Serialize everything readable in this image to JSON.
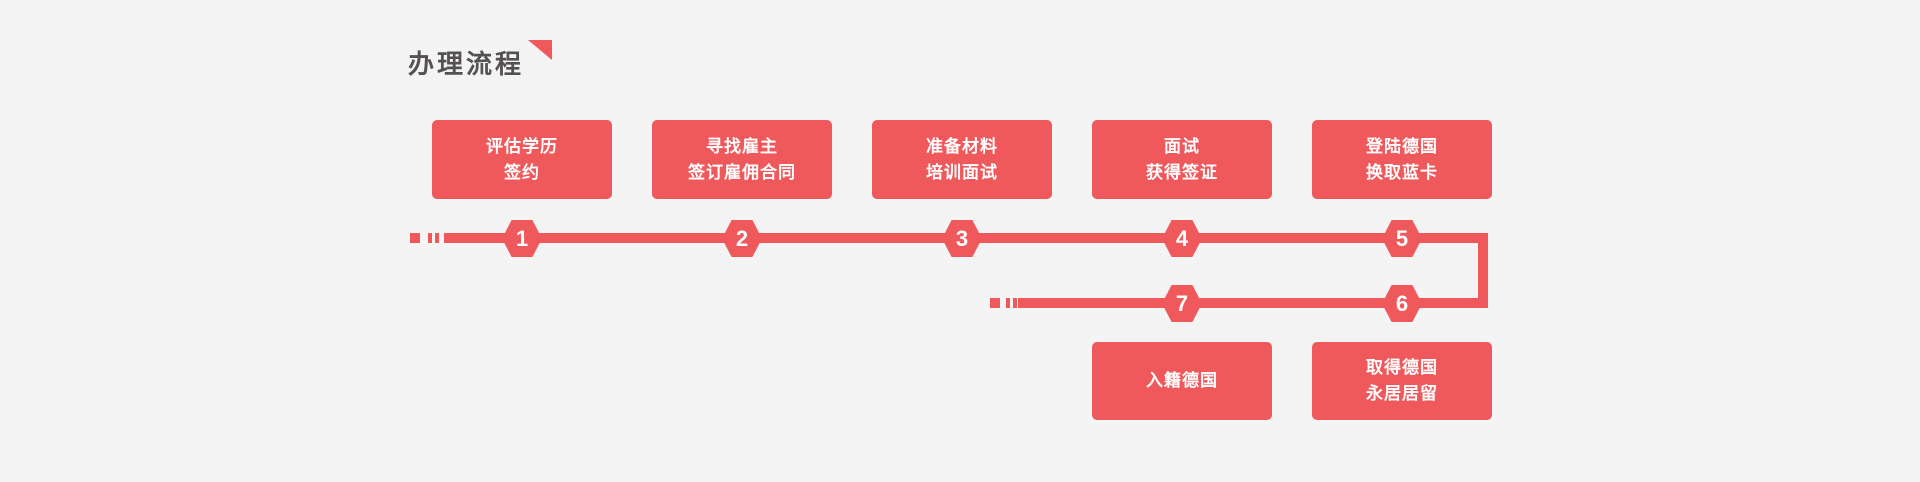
{
  "title": "办理流程",
  "colors": {
    "accent_red": "#F0595C",
    "title_gray": "#555152",
    "background": "#F4F4F5",
    "text_on_red": "#FFFFFF"
  },
  "steps": [
    {
      "number": "1",
      "label": "评估学历\n签约"
    },
    {
      "number": "2",
      "label": "寻找雇主\n签订雇佣合同"
    },
    {
      "number": "3",
      "label": "准备材料\n培训面试"
    },
    {
      "number": "4",
      "label": "面试\n获得签证"
    },
    {
      "number": "5",
      "label": "登陆德国\n换取蓝卡"
    },
    {
      "number": "6",
      "label": "取得德国\n永居居留"
    },
    {
      "number": "7",
      "label": "入籍德国"
    }
  ]
}
